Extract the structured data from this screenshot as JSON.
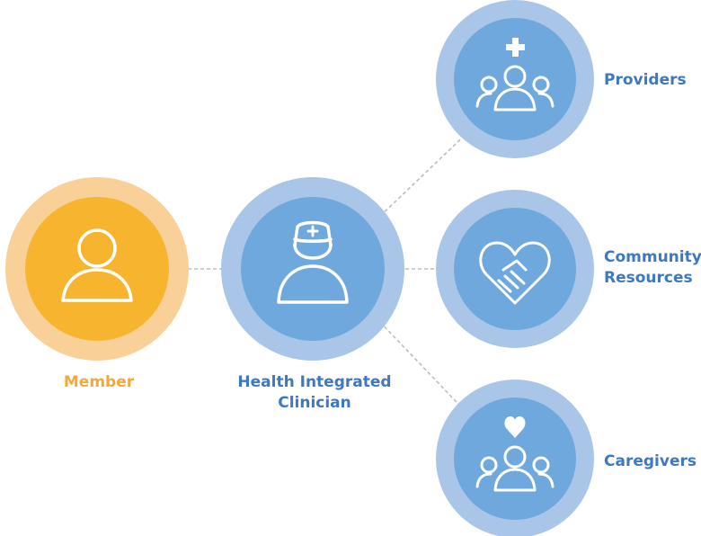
{
  "colors": {
    "member_outer": "#F9D198",
    "member_inner": "#F7B42F",
    "blue_outer": "#A9C6E8",
    "blue_inner": "#6FA8DC",
    "member_text": "#F4A83A",
    "blue_text": "#3E78C2",
    "connector": "#BDBDBD"
  },
  "nodes": {
    "member": {
      "label_lines": [
        "Member"
      ],
      "icon": "person-icon"
    },
    "clinician": {
      "label_lines": [
        "Health Integrated",
        "Clinician"
      ],
      "icon": "nurse-icon"
    },
    "providers": {
      "label_lines": [
        "Providers"
      ],
      "icon": "medical-group-icon"
    },
    "community": {
      "label_lines": [
        "Community",
        "Resources"
      ],
      "icon": "handshake-heart-icon"
    },
    "caregivers": {
      "label_lines": [
        "Caregivers"
      ],
      "icon": "caring-group-icon"
    }
  }
}
